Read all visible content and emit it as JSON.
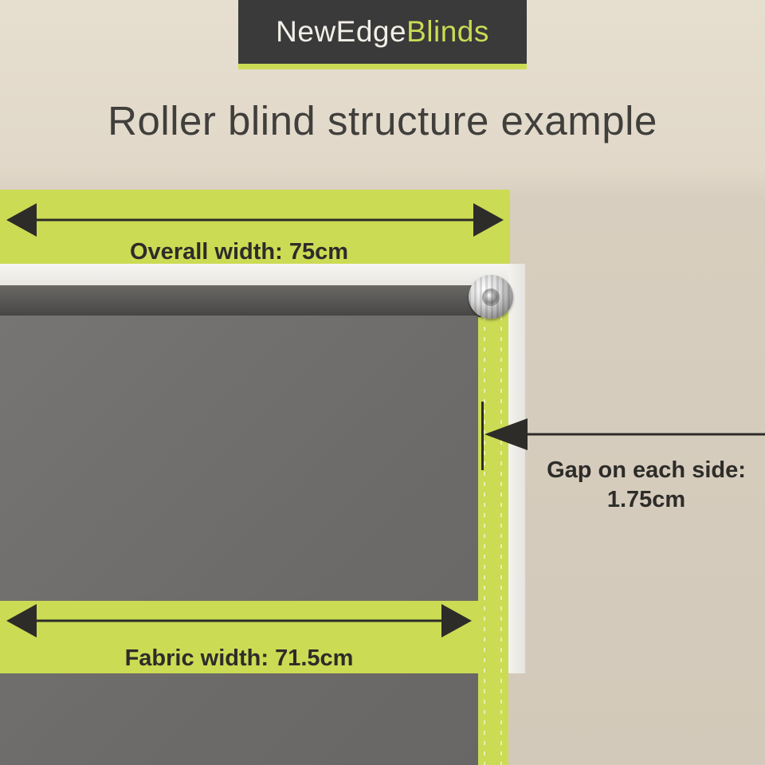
{
  "banner": {
    "brand_primary": "NewEdge",
    "brand_accent": "Blinds"
  },
  "title": "Roller blind structure example",
  "diagram": {
    "overall_width_label": "Overall width: 75cm",
    "fabric_width_label": "Fabric width: 71.5cm",
    "gap_label_line1": "Gap on each side:",
    "gap_label_line2": "1.75cm",
    "measurements": {
      "overall_width_cm": 75,
      "fabric_width_cm": 71.5,
      "gap_each_side_cm": 1.75,
      "unit": "cm"
    }
  },
  "colors": {
    "background_top": "#e6decf",
    "background_bottom": "#d3c9ba",
    "accent_lime": "#cbdb54",
    "banner_bg": "#3a3a3a",
    "banner_text": "#f1efe8",
    "fabric_gray": "#6d6b69",
    "tube_gray": "#535150",
    "arrow_dark": "#2d2c29",
    "white_trim": "#f3f2ef"
  }
}
